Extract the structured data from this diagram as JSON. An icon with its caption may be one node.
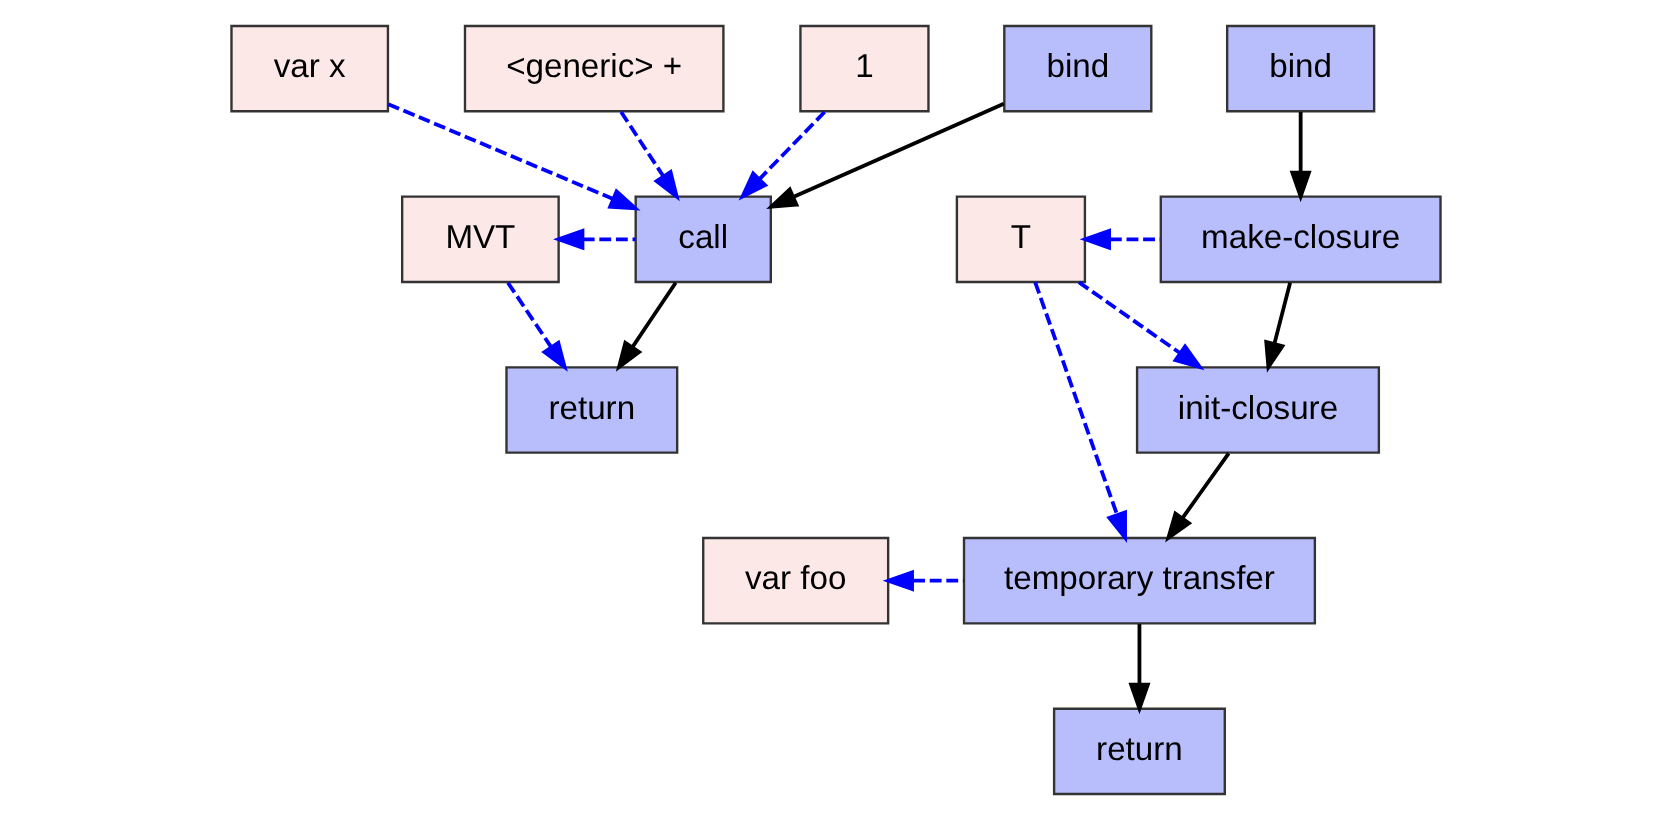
{
  "diagram": {
    "nodes": [
      {
        "text": [
          "var x"
        ]
      },
      {
        "text": [
          "<generic> +"
        ]
      },
      {
        "text": [
          "1"
        ]
      },
      {
        "text": [
          "bind"
        ]
      },
      {
        "text": [
          "bind"
        ]
      },
      {
        "text": [
          "MVT"
        ]
      },
      {
        "text": [
          "call"
        ]
      },
      {
        "text": [
          "T"
        ]
      },
      {
        "text": [
          "make-closure"
        ]
      },
      {
        "text": [
          "return"
        ]
      },
      {
        "text": [
          "init-closure"
        ]
      },
      {
        "text": [
          "var foo"
        ]
      },
      {
        "text": [
          "temporary transfer"
        ]
      },
      {
        "text": [
          "return"
        ]
      }
    ],
    "edges": [
      {
        "from": 0,
        "to": 6,
        "arrow": "to",
        "style": "dashed"
      },
      {
        "from": 1,
        "to": 6,
        "arrow": "to",
        "style": "dashed"
      },
      {
        "from": 2,
        "to": 6,
        "arrow": "to",
        "style": "dashed"
      },
      {
        "from": 3,
        "to": 6,
        "arrow": "to",
        "color": "#000000"
      },
      {
        "from": 6,
        "to": 5,
        "arrow": "to",
        "style": "dashed"
      },
      {
        "from": 5,
        "to": 9,
        "arrow": "to",
        "style": "dashed"
      },
      {
        "from": 6,
        "to": 9,
        "arrow": "to",
        "color": "#000000"
      },
      {
        "from": 4,
        "to": 8,
        "arrow": "to",
        "color": "#000000"
      },
      {
        "from": 8,
        "to": 7,
        "arrow": "to",
        "style": "dashed"
      },
      {
        "from": 7,
        "to": 10,
        "arrow": "to",
        "style": "dashed"
      },
      {
        "from": 7,
        "to": 12,
        "arrow": "to",
        "style": "dashed"
      },
      {
        "from": 8,
        "to": 10,
        "arrow": "to",
        "color": "#000000"
      },
      {
        "from": 10,
        "to": 12,
        "arrow": "to",
        "color": "#000000"
      },
      {
        "from": 12,
        "to": 11,
        "arrow": "to",
        "style": "dashed"
      },
      {
        "from": 12,
        "to": 13,
        "arrow": "to",
        "color": "#000000"
      }
    ]
  }
}
